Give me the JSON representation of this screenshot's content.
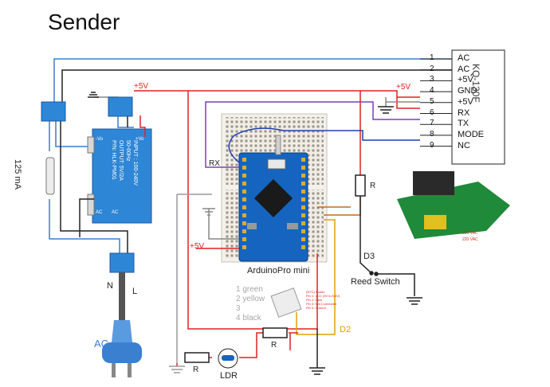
{
  "title": "Sender",
  "rf_module": {
    "name": "KQ-130F",
    "pins": [
      {
        "num": "1",
        "label": "AC"
      },
      {
        "num": "2",
        "label": "AC"
      },
      {
        "num": "3",
        "label": "+5V"
      },
      {
        "num": "4",
        "label": "GND"
      },
      {
        "num": "5",
        "label": "+5V"
      },
      {
        "num": "6",
        "label": "RX"
      },
      {
        "num": "7",
        "label": "TX"
      },
      {
        "num": "8",
        "label": "MODE"
      },
      {
        "num": "9",
        "label": "NC"
      }
    ],
    "photo_labels": {
      "vac_1": "220 VAC",
      "vac_2": "220 VAC"
    }
  },
  "labels": {
    "plus5v_top": "+5V",
    "plus5v_right": "+5V",
    "plus5v_left": "+5V",
    "fuse": "125 mA",
    "rx": "RX",
    "resistor_right": "R",
    "resistor_bottom_left": "R",
    "resistor_bottom_right": "R",
    "d3": "D3",
    "reed_switch": "Reed Switch",
    "d2": "D2",
    "arduino": "ArduinoPro mini",
    "ldr": "LDR",
    "ac": "AC",
    "n": "N",
    "l": "L"
  },
  "psu": {
    "lines": [
      "INPUT : 100-240V",
      "50-60Hz",
      "OUTPUT: 5V/2A",
      "P/N: HLK-PM01"
    ],
    "vo_top": "-Vo",
    "vo_bottom": "+Vo",
    "ac_left": "AC",
    "ac_right": "AC"
  },
  "sensor_wires": [
    "1 green",
    "2 yellow",
    "3",
    "4 black"
  ],
  "sensor_pins": [
    "(NTC) Power",
    "Pin 1: VCC (3V to 5.5V)",
    "Pin 2: Data",
    "Pin 3: Not Connected",
    "Pin 4: Ground"
  ],
  "colors": {
    "blue_wire": "#3b7fd0",
    "black_wire": "#222222",
    "red_wire": "#e02020",
    "purple_wire": "#7a3fc0",
    "orange_wire": "#e0a000",
    "brown_wire": "#c06a20",
    "gray_wire": "#9a9a9a",
    "psu_fill": "#2e86d6",
    "arduino_fill": "#1565c0"
  }
}
